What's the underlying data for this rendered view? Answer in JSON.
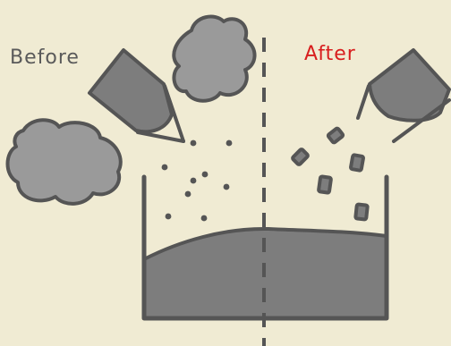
{
  "labels": {
    "before": "Before",
    "after": "After"
  },
  "colors": {
    "background": "#f0ebd3",
    "stroke": "#555555",
    "fill": "#7d7d7d",
    "cloud_fill": "#9a9a9a",
    "after_label": "#d81e1e"
  },
  "icons": {
    "before_bucket": "tipping-bucket-icon",
    "after_bucket": "tipping-bucket-icon",
    "clouds": "dust-cloud-icon",
    "particles": "dust-particle-icon",
    "chunks": "clumped-chunk-icon",
    "container": "container-icon",
    "divider": "dashed-divider-line"
  }
}
